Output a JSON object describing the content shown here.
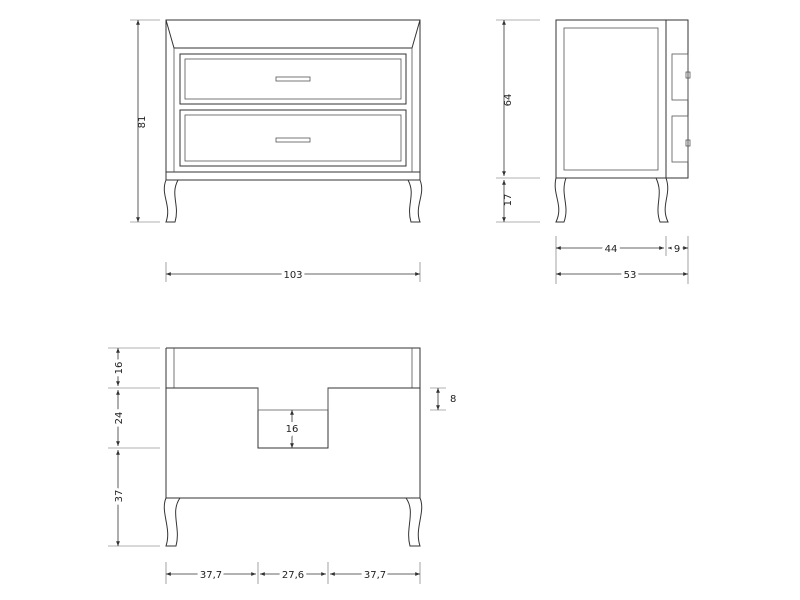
{
  "front_view": {
    "height": "81",
    "width": "103"
  },
  "side_view": {
    "upper_height": "64",
    "leg_height": "17",
    "depth_body": "44",
    "depth_front": "9",
    "depth_total": "53"
  },
  "back_view": {
    "top_height": "16",
    "mid_height": "24",
    "leg_height": "37",
    "notch_offset": "8",
    "notch_height": "16",
    "left_width": "37,7",
    "center_width": "27,6",
    "right_width": "37,7"
  },
  "colors": {
    "line": "#333333",
    "background": "#ffffff"
  }
}
